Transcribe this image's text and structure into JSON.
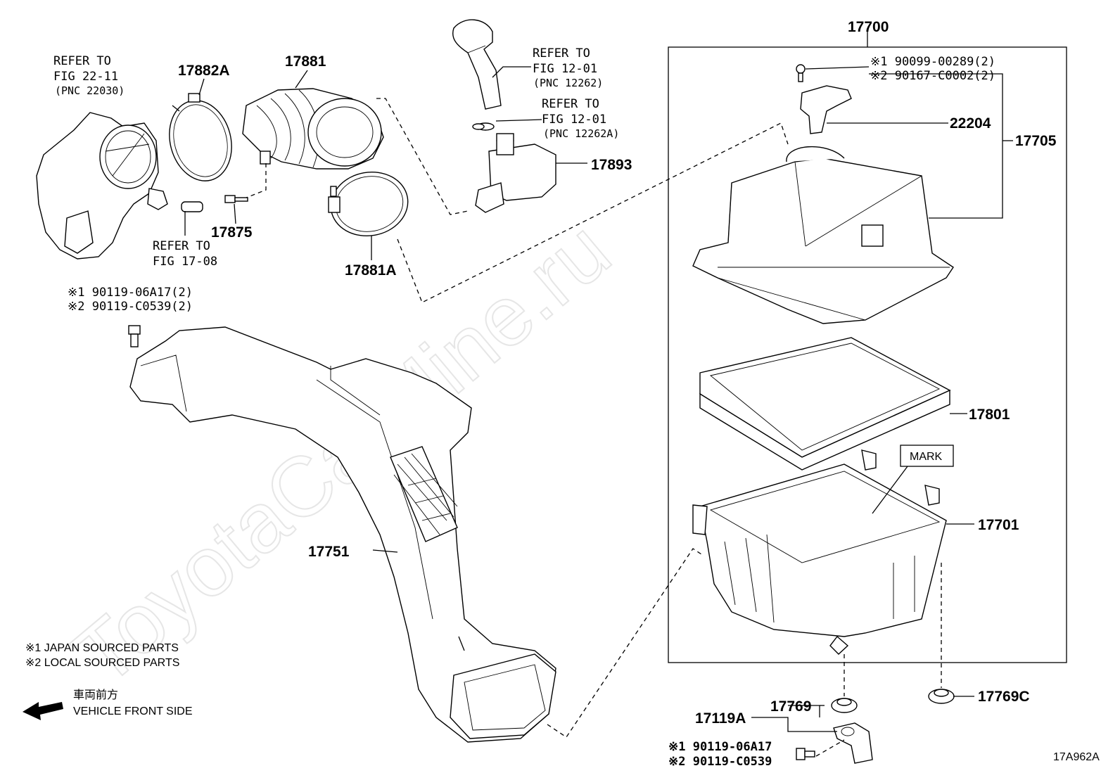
{
  "watermark": "ToyotaCarMine.ru",
  "figure_code": "17A962A",
  "assembly": {
    "id": "17700",
    "subparts": {
      "p17705": "17705",
      "p22204": "22204",
      "p17801": "17801",
      "p17701": "17701",
      "mark": "MARK"
    },
    "screws": {
      "s1": "※1  90099-00289(2)",
      "s2": "※2  90167-C0002(2)"
    }
  },
  "labels": {
    "p17881": "17881",
    "p17882A": "17882A",
    "p17881A": "17881A",
    "p17875": "17875",
    "p17893": "17893",
    "p17751": "17751",
    "p17769": "17769",
    "p17769C": "17769C",
    "p17119A": "17119A"
  },
  "references": {
    "throttle": [
      "REFER TO",
      "FIG 22-11",
      "(PNC 22030)"
    ],
    "pipe": [
      "REFER TO",
      "FIG 17-08"
    ],
    "hose": [
      "REFER TO",
      "FIG 12-01",
      "(PNC 12262)"
    ],
    "clip": [
      "REFER TO",
      "FIG 12-01",
      "(PNC 12262A)"
    ]
  },
  "bolts": {
    "duct_b1": "※1  90119-06A17(2)",
    "duct_b2": "※2  90119-C0539(2)",
    "bottom_b1": "※1  90119-06A17",
    "bottom_b2": "※2  90119-C0539"
  },
  "legend": {
    "l1": "※1   JAPAN SOURCED PARTS",
    "l2": "※2   LOCAL SOURCED PARTS",
    "jp": "車両前方",
    "front": "VEHICLE FRONT SIDE"
  }
}
